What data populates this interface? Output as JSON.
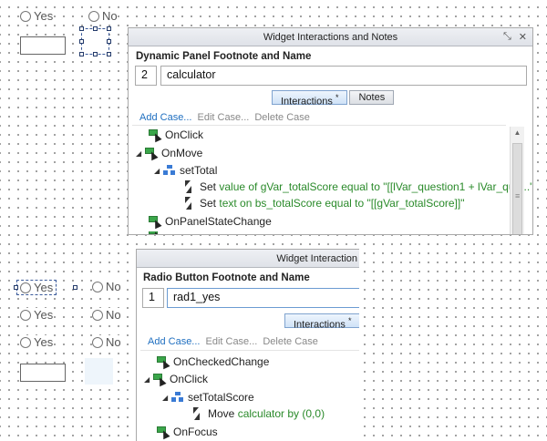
{
  "canvas": {
    "radio_yes": "Yes",
    "radio_no": "No"
  },
  "dynamic_panel": {
    "title": "Widget Interactions and Notes",
    "footnote_label": "Dynamic Panel Footnote and Name",
    "footnote_number": "2",
    "widget_name": "calculator",
    "tabs": [
      {
        "label": "Interactions",
        "marker": "*"
      },
      {
        "label": "Notes",
        "marker": ""
      }
    ],
    "links": {
      "add": "Add Case...",
      "edit": "Edit Case...",
      "delete": "Delete Case"
    },
    "tree": {
      "onclick": "OnClick",
      "onmove": "OnMove",
      "case_name": "setTotal",
      "action1": {
        "verb": "Set",
        "text": "value of gVar_totalScore equal to \"[[lVar_question1 + lVar_que...\""
      },
      "action2": {
        "verb": "Set",
        "text": "text on bs_totalScore equal to \"[[gVar_totalScore]]\""
      },
      "onpanelstatechange": "OnPanelStateChange"
    }
  },
  "radio_panel": {
    "title": "Widget Interaction",
    "footnote_label": "Radio Button Footnote and Name",
    "footnote_number": "1",
    "widget_name": "rad1_yes",
    "tab_label": "Interactions",
    "tab_marker": "*",
    "links": {
      "add": "Add Case...",
      "edit": "Edit Case...",
      "delete": "Delete Case"
    },
    "tree": {
      "oncheckedchange": "OnCheckedChange",
      "onclick": "OnClick",
      "case_name": "setTotalScore",
      "action": {
        "verb": "Move",
        "text": "calculator by (0,0)"
      },
      "onfocus": "OnFocus"
    }
  },
  "colors": {
    "link": "#1f6fc0",
    "event_icon": "#3aa64a",
    "case_icon": "#3a7bd5",
    "action_text": "#2a8a2a"
  }
}
